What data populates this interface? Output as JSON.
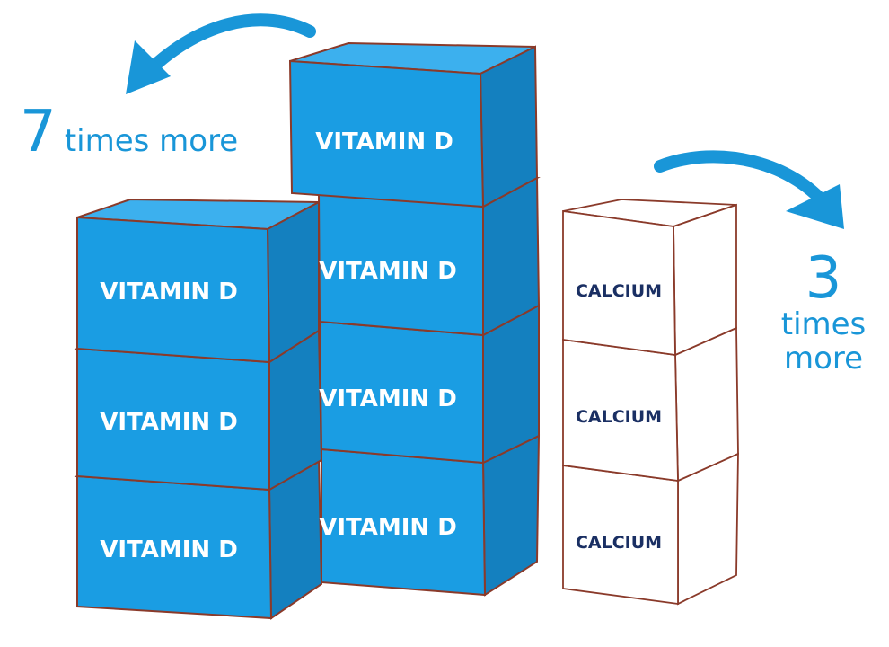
{
  "left_note": {
    "number": "7",
    "text": "times more"
  },
  "right_note": {
    "number": "3",
    "line1": "times",
    "line2": "more"
  },
  "vitamin_label": "VITAMIN D",
  "calcium_label": "CALCIUM",
  "vitamin_box_count": 7,
  "calcium_box_count": 3,
  "colors": {
    "vitamin": "#1a9de3",
    "vitamin_dark": "#1480bf",
    "outline": "#8a3a2a",
    "text_accent": "#1996d8",
    "calcium_text": "#1a2f63"
  }
}
